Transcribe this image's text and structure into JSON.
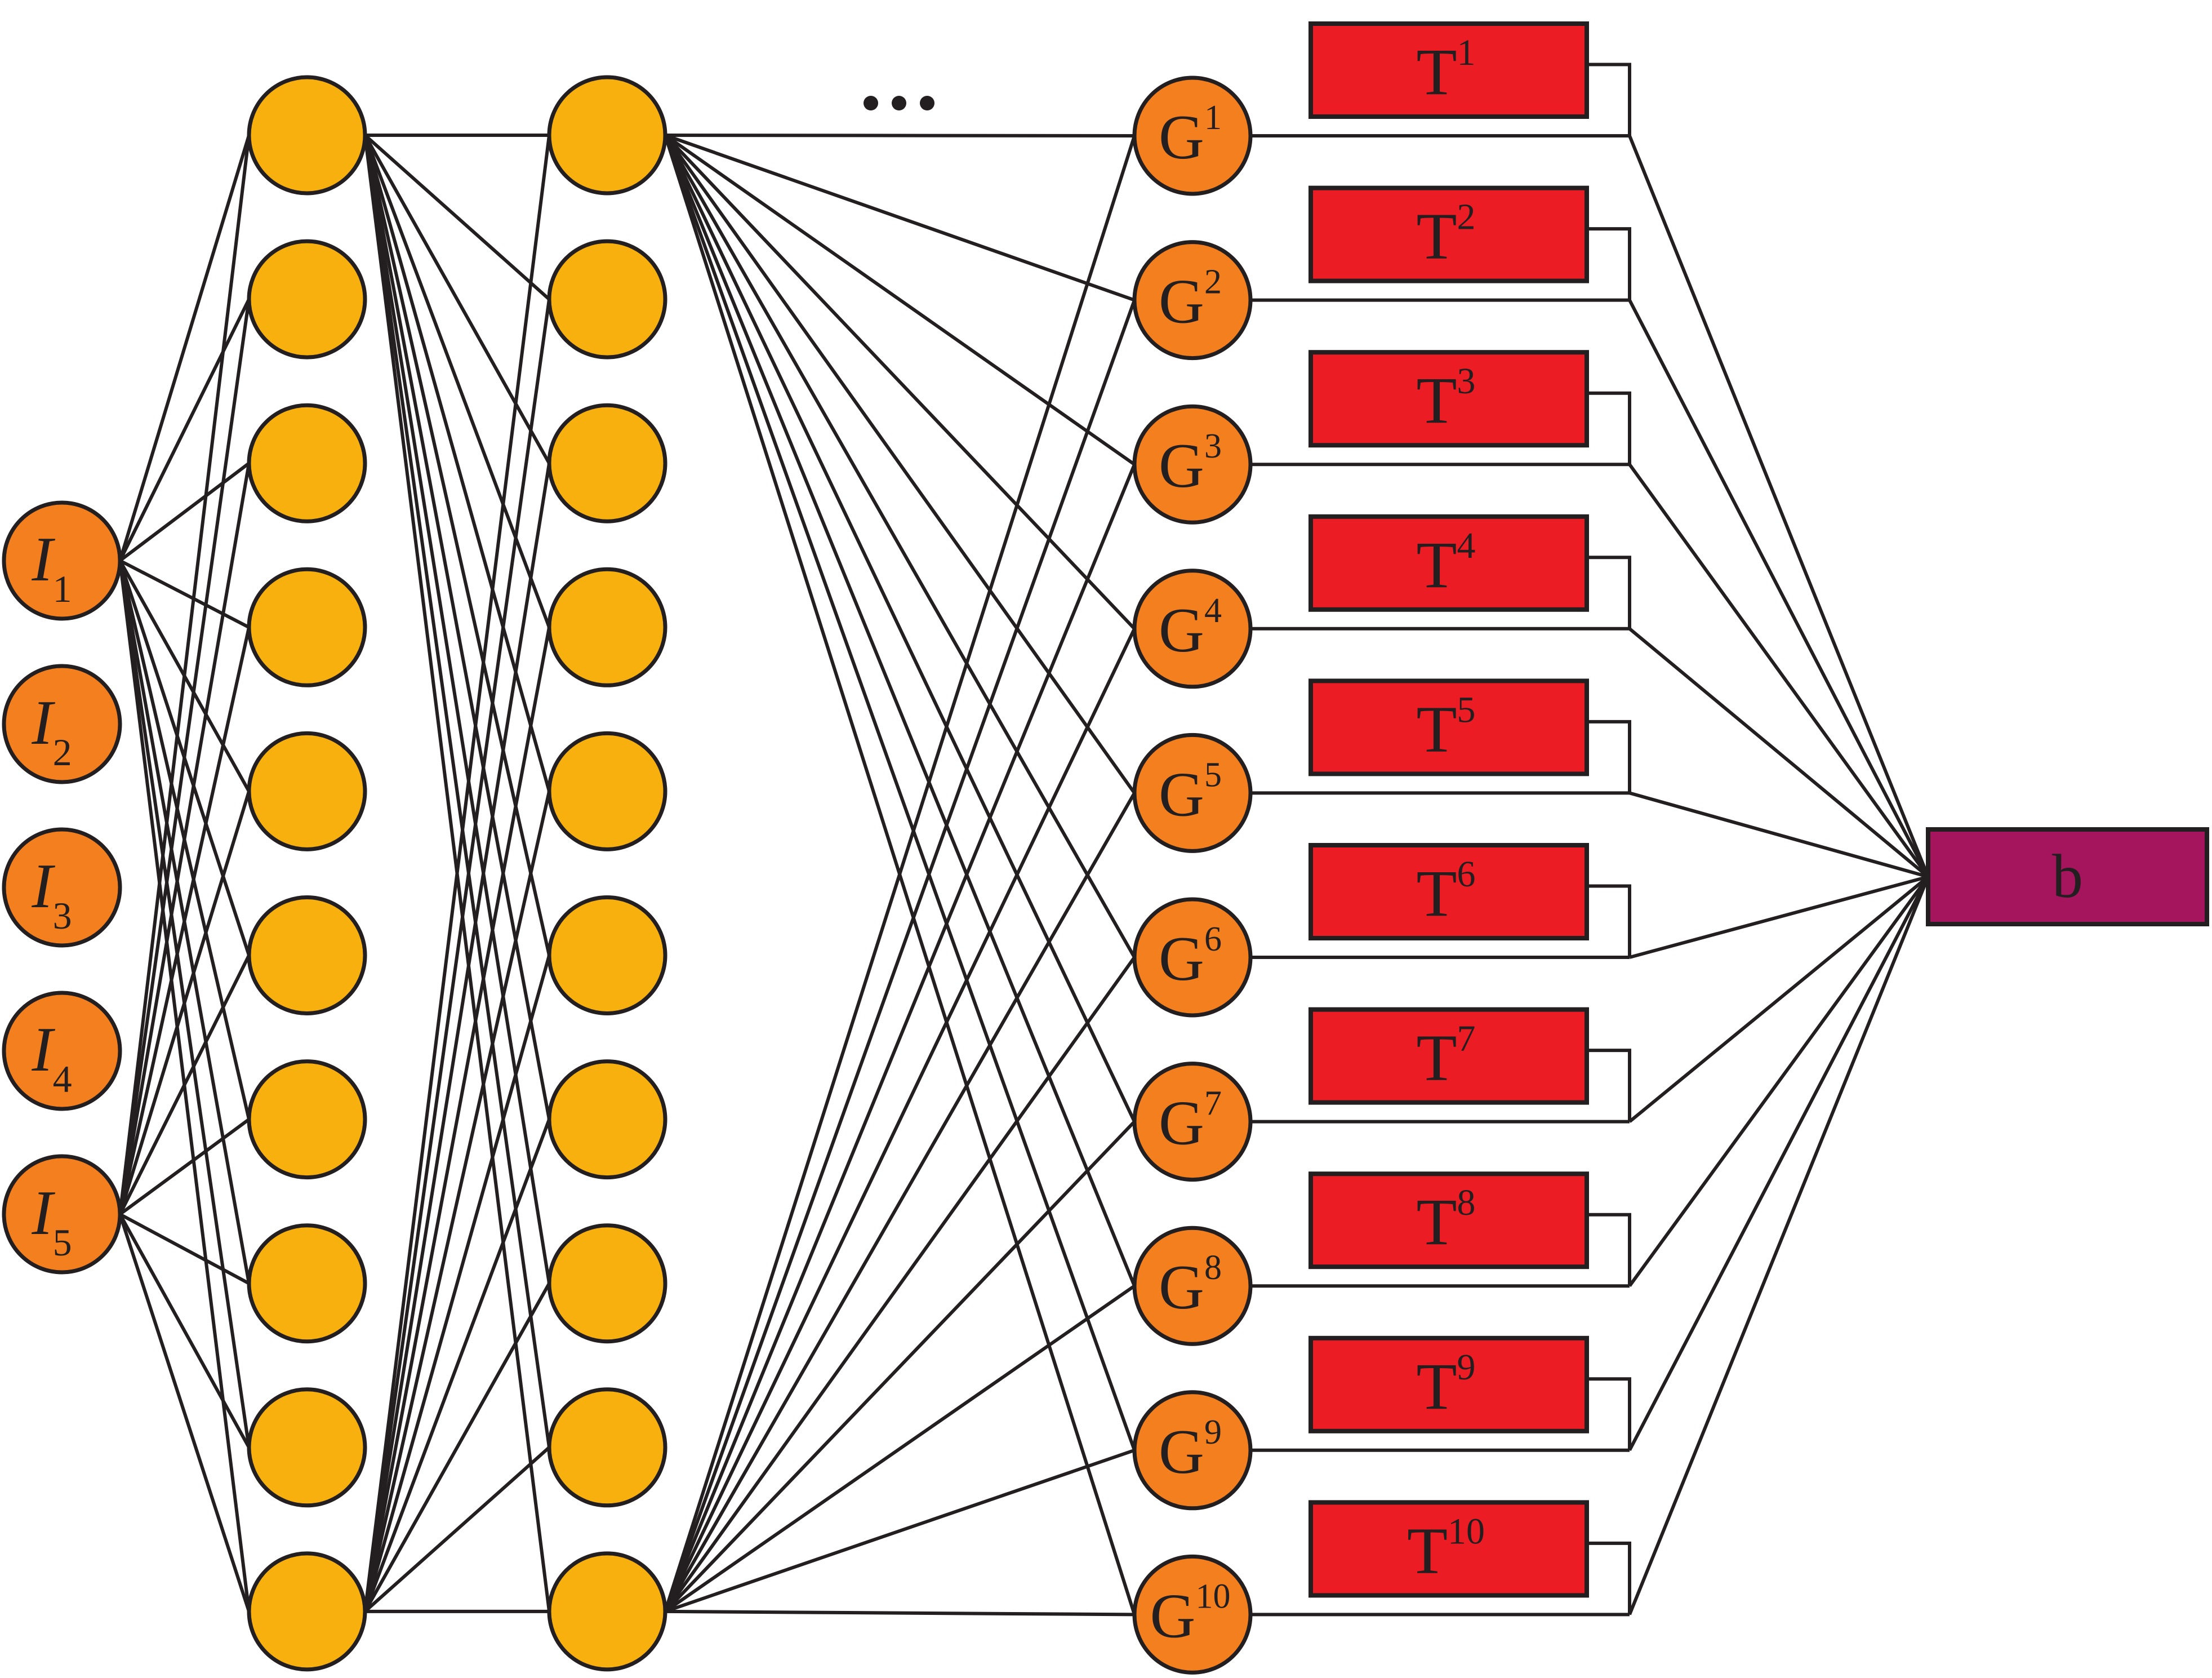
{
  "inputs": [
    {
      "base": "I",
      "sub": "1"
    },
    {
      "base": "I",
      "sub": "2"
    },
    {
      "base": "I",
      "sub": "3"
    },
    {
      "base": "I",
      "sub": "4"
    },
    {
      "base": "I",
      "sub": "5"
    }
  ],
  "gates": [
    {
      "base": "G",
      "sup": "1"
    },
    {
      "base": "G",
      "sup": "2"
    },
    {
      "base": "G",
      "sup": "3"
    },
    {
      "base": "G",
      "sup": "4"
    },
    {
      "base": "G",
      "sup": "5"
    },
    {
      "base": "G",
      "sup": "6"
    },
    {
      "base": "G",
      "sup": "7"
    },
    {
      "base": "G",
      "sup": "8"
    },
    {
      "base": "G",
      "sup": "9"
    },
    {
      "base": "G",
      "sup": "10"
    }
  ],
  "terms": [
    {
      "base": "T",
      "sup": "1"
    },
    {
      "base": "T",
      "sup": "2"
    },
    {
      "base": "T",
      "sup": "3"
    },
    {
      "base": "T",
      "sup": "4"
    },
    {
      "base": "T",
      "sup": "5"
    },
    {
      "base": "T",
      "sup": "6"
    },
    {
      "base": "T",
      "sup": "7"
    },
    {
      "base": "T",
      "sup": "8"
    },
    {
      "base": "T",
      "sup": "9"
    },
    {
      "base": "T",
      "sup": "10"
    }
  ],
  "output": {
    "label": "b"
  },
  "hidden_layers": {
    "count": 2,
    "nodes_per_layer": 10
  },
  "colors": {
    "input_node": "#f37f1f",
    "hidden_node": "#f8b00f",
    "gate_node": "#f37f1f",
    "term_box": "#ec1c24",
    "output_box": "#a4155d",
    "edge": "#231f20"
  }
}
